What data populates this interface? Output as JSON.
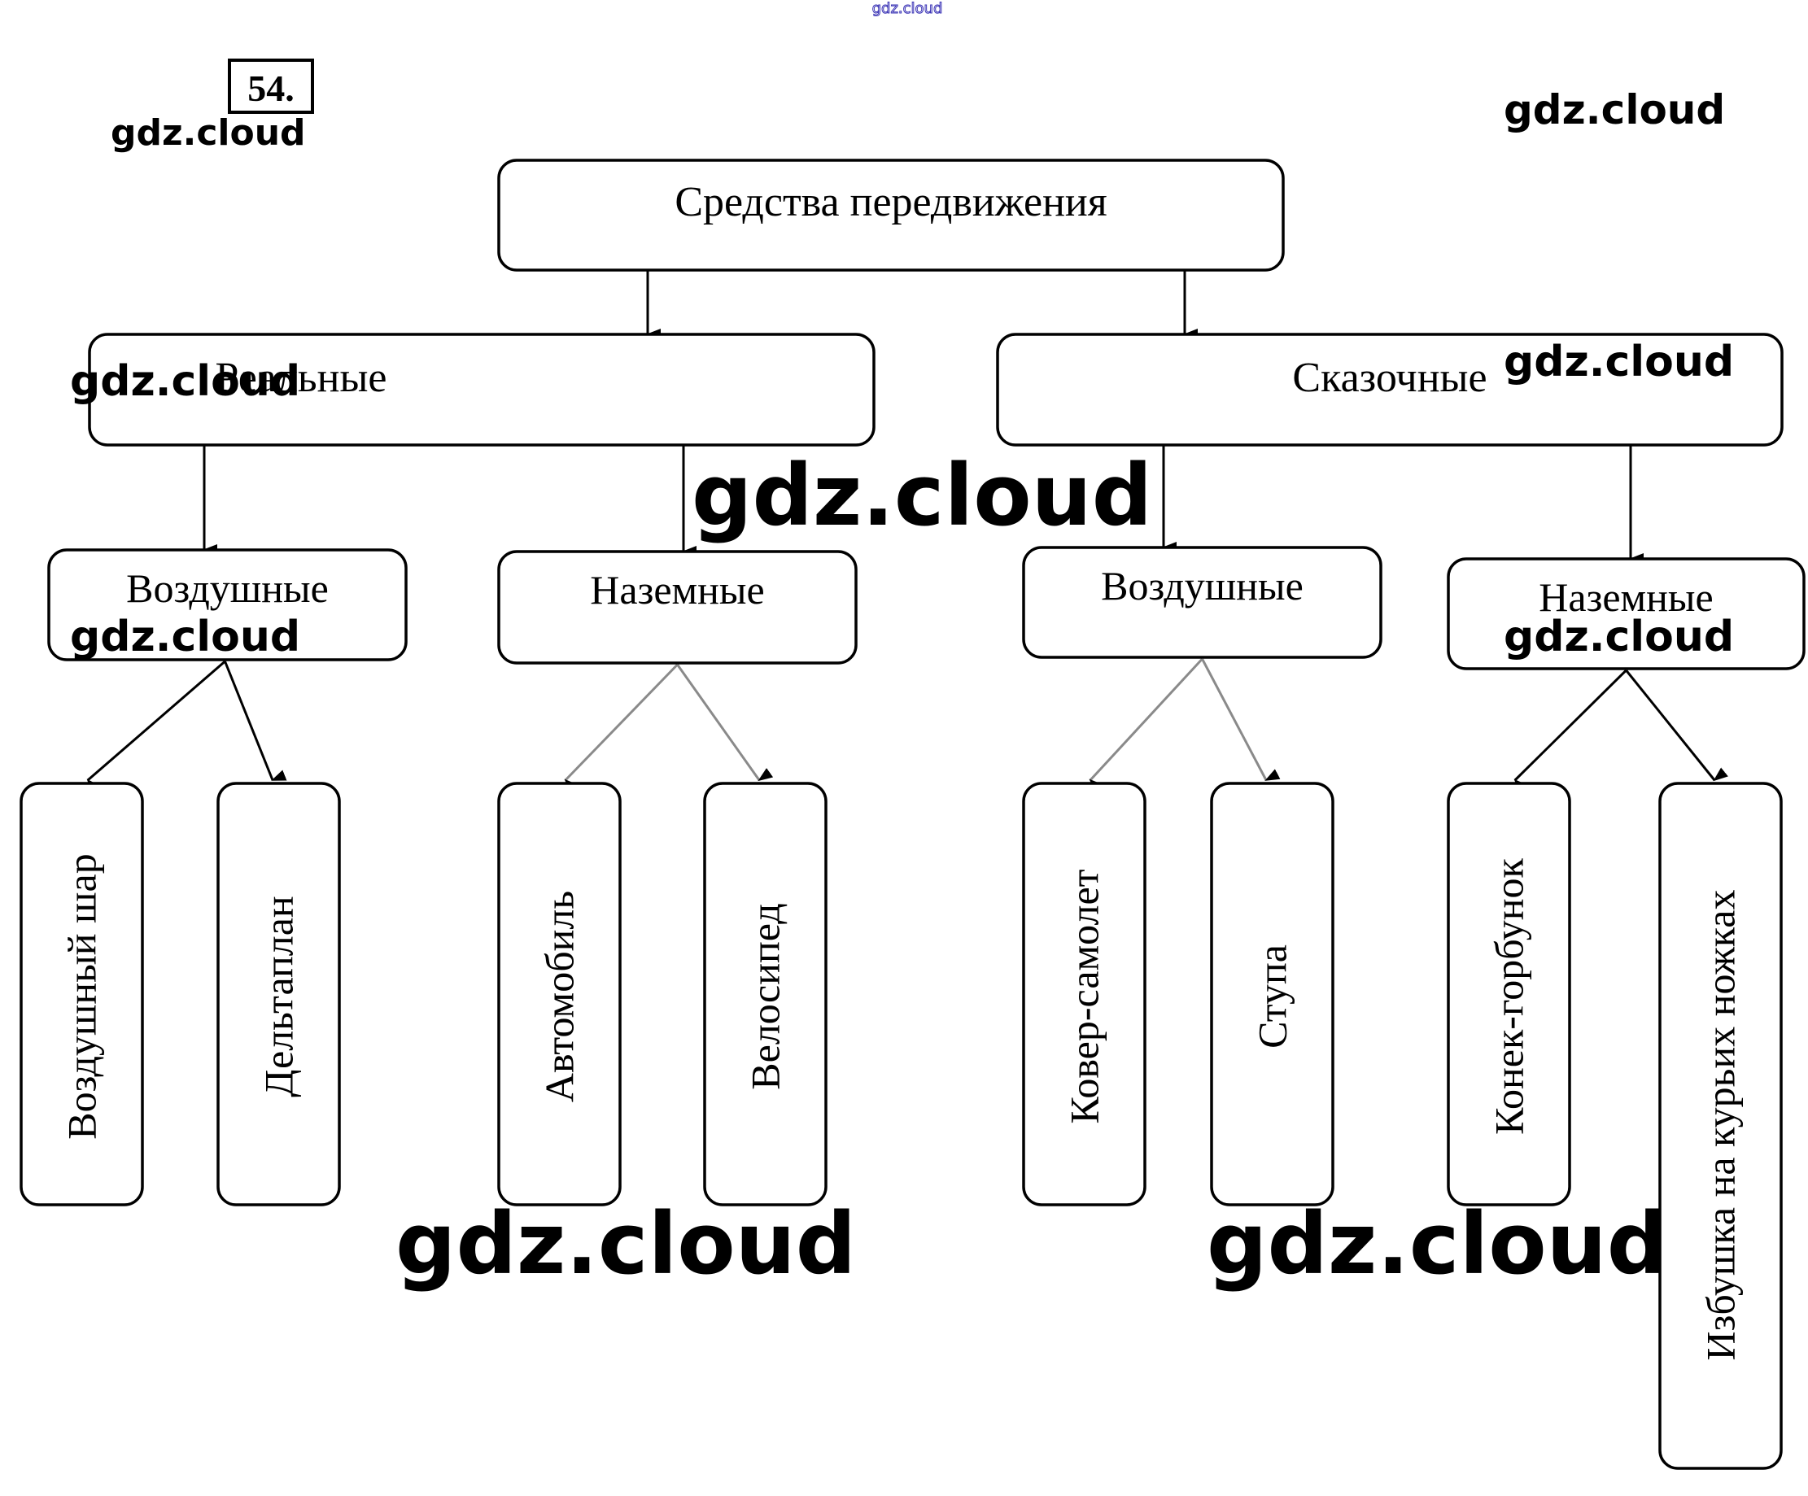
{
  "exercise_number": "54.",
  "watermark_text": "gdz.cloud",
  "top_watermark_text": "gdz.cloud",
  "diagram": {
    "root": "Средства передвижения",
    "branches": [
      {
        "label": "Реальные",
        "groups": [
          {
            "label": "Воздушные",
            "items": [
              "Воздушный шар",
              "Дельтаплан"
            ]
          },
          {
            "label": "Наземные",
            "items": [
              "Автомобиль",
              "Велосипед"
            ]
          }
        ]
      },
      {
        "label": "Сказочные",
        "groups": [
          {
            "label": "Воздушные",
            "items": [
              "Ковер-самолет",
              "Ступа"
            ]
          },
          {
            "label": "Наземные",
            "items": [
              "Конек-горбунок",
              "Избушка на курьих ножках"
            ]
          }
        ]
      }
    ]
  },
  "colors": {
    "line": "#000000",
    "faded_line": "#8a8a8a",
    "top_watermark": "#3a33b5"
  }
}
